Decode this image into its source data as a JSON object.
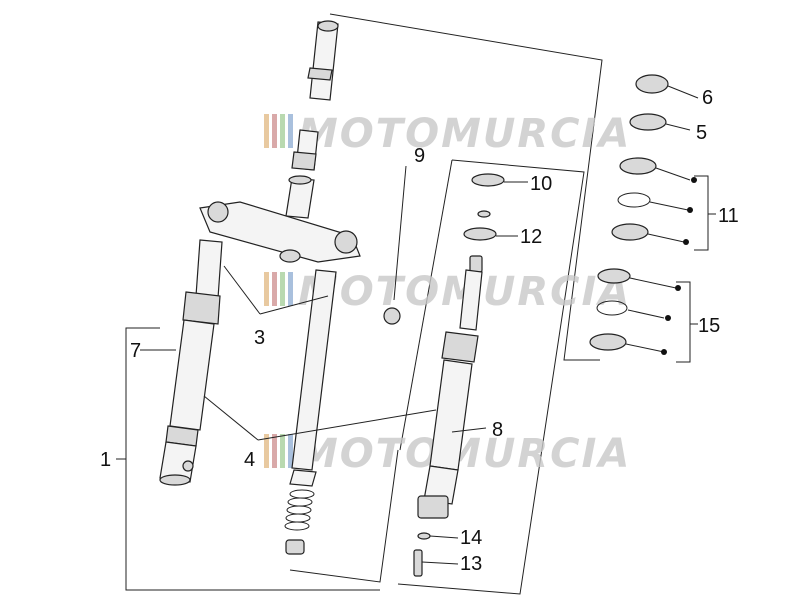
{
  "watermark": "MOTOMURCIA",
  "watermark_colors": [
    "#e8c9a0",
    "#d9a9a9",
    "#b9d9b0",
    "#a9c0dd"
  ],
  "labels": {
    "l1": "1",
    "l3": "3",
    "l4": "4",
    "l5": "5",
    "l6": "6",
    "l7": "7",
    "l8": "8",
    "l9": "9",
    "l10": "10",
    "l11": "11",
    "l12": "12",
    "l13": "13",
    "l14": "14",
    "l15": "15"
  }
}
